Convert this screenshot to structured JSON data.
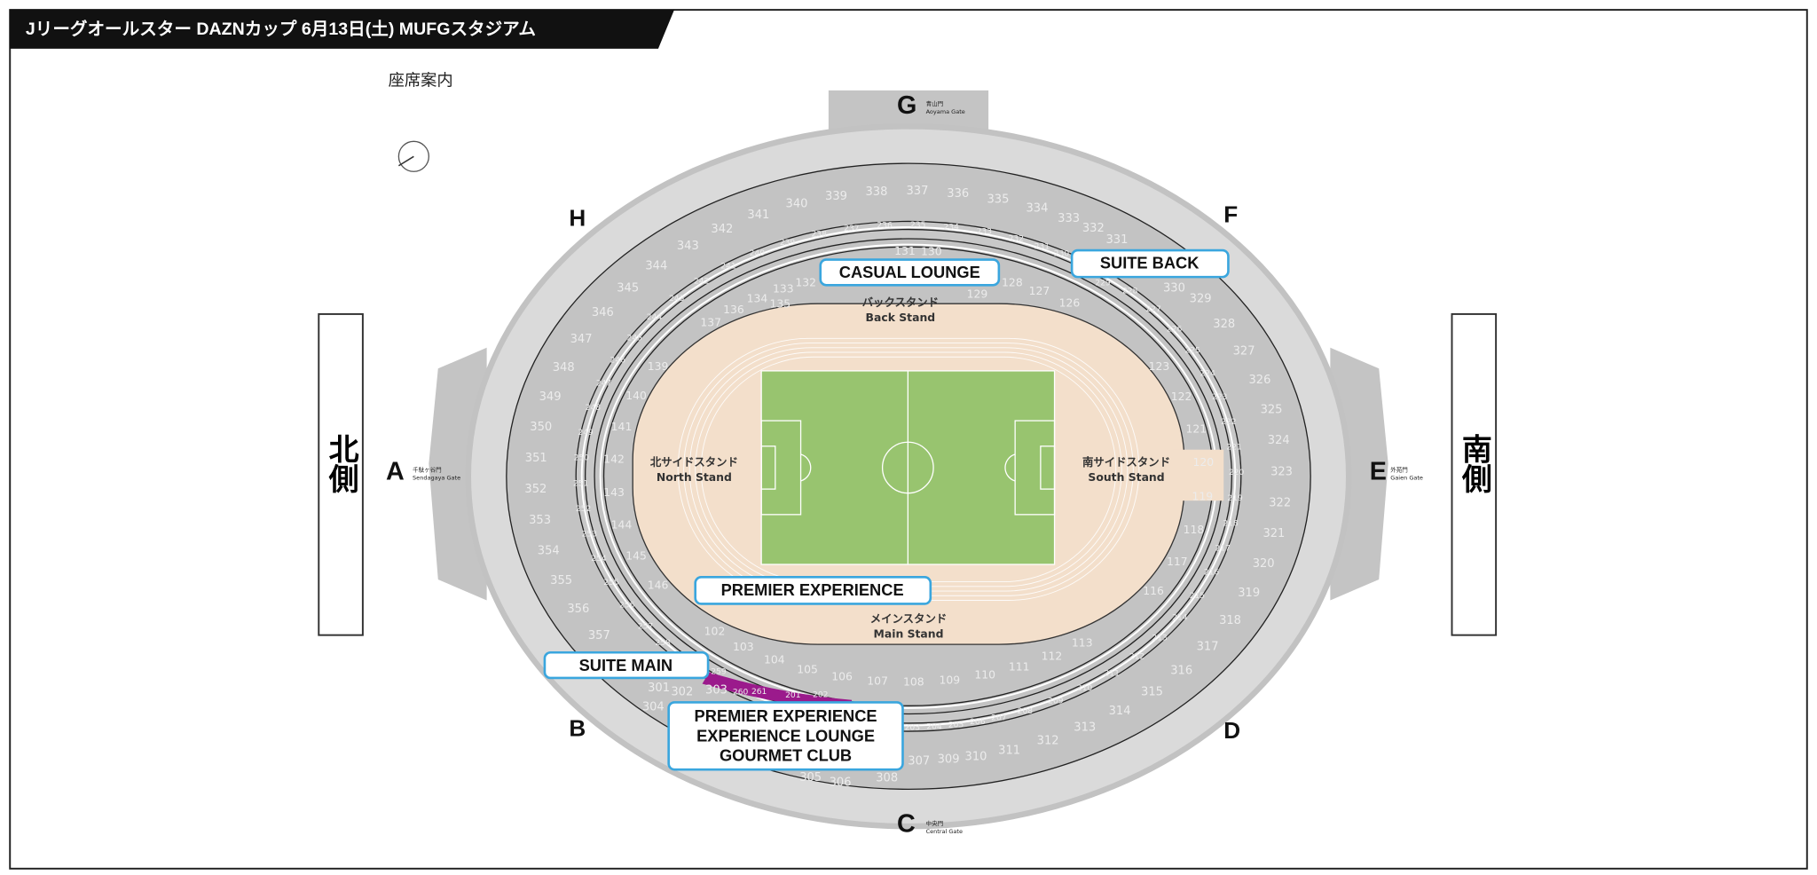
{
  "header": {
    "title": "Jリーグオールスター DAZNカップ 6月13日(土) MUFGスタジアム"
  },
  "map_title": "座席案内",
  "sides": {
    "north": "北側",
    "south": "南側"
  },
  "gates": {
    "G": {
      "letter": "G",
      "name_ja": "青山門",
      "name_en": "Aoyama Gate"
    },
    "A": {
      "letter": "A",
      "name_ja": "千駄ヶ谷門",
      "name_en": "Sendagaya Gate"
    },
    "E": {
      "letter": "E",
      "name_ja": "外苑門",
      "name_en": "Gaien Gate"
    },
    "C": {
      "letter": "C",
      "name_ja": "中央門",
      "name_en": "Central Gate"
    },
    "H": {
      "letter": "H"
    },
    "F": {
      "letter": "F"
    },
    "B": {
      "letter": "B"
    },
    "D": {
      "letter": "D"
    }
  },
  "stands": {
    "back": {
      "ja": "バックスタンド",
      "en": "Back Stand"
    },
    "north": {
      "ja": "北サイドスタンド",
      "en": "North Stand"
    },
    "south": {
      "ja": "南サイドスタンド",
      "en": "South Stand"
    },
    "main": {
      "ja": "メインスタンド",
      "en": "Main Stand"
    }
  },
  "labels": {
    "casual_lounge": "CASUAL LOUNGE",
    "suite_back": "SUITE BACK",
    "premier_experience": "PREMIER EXPERIENCE",
    "suite_main": "SUITE MAIN",
    "premier_multi": [
      "PREMIER EXPERIENCE",
      "EXPERIENCE LOUNGE",
      "GOURMET CLUB"
    ]
  },
  "colors": {
    "highlight": "#9b1a8c",
    "label_border": "#3aa6de",
    "field": "#f3dfcb",
    "pitch": "#98c46f"
  },
  "sections": {
    "upper": [
      "301",
      "302",
      "303",
      "304",
      "305",
      "306",
      "307",
      "308",
      "309",
      "310",
      "311",
      "312",
      "313",
      "314",
      "315",
      "316",
      "317",
      "318",
      "319",
      "320",
      "321",
      "322",
      "323",
      "324",
      "325",
      "326",
      "327",
      "328",
      "329",
      "330",
      "331",
      "332",
      "333",
      "334",
      "335",
      "336",
      "337",
      "338",
      "339",
      "340",
      "341",
      "342",
      "343",
      "344",
      "345",
      "346",
      "347",
      "348",
      "349",
      "350",
      "351",
      "352",
      "353",
      "354",
      "355",
      "356",
      "357"
    ],
    "middle": [
      "201",
      "202",
      "203",
      "204",
      "205",
      "206",
      "207",
      "208",
      "209",
      "210",
      "211",
      "212",
      "213",
      "214",
      "215",
      "216",
      "217",
      "218",
      "219",
      "220",
      "221",
      "222",
      "223",
      "224",
      "225",
      "226",
      "227",
      "228",
      "229",
      "230",
      "231",
      "232",
      "233",
      "234",
      "235",
      "236",
      "237",
      "238",
      "239",
      "240",
      "241",
      "242",
      "243",
      "244",
      "245",
      "246",
      "247",
      "248",
      "249",
      "250",
      "251",
      "252",
      "253",
      "254",
      "255",
      "256",
      "257",
      "258",
      "259",
      "260",
      "261"
    ],
    "lower_main": [
      "102",
      "103",
      "104",
      "105",
      "106",
      "107",
      "108",
      "109",
      "110",
      "111",
      "112",
      "113"
    ],
    "lower_south": [
      "116",
      "117",
      "118",
      "119",
      "120",
      "121",
      "122",
      "123"
    ],
    "lower_back": [
      "126",
      "127",
      "128",
      "129",
      "130",
      "131",
      "132",
      "133",
      "134",
      "135",
      "136",
      "137"
    ],
    "lower_north": [
      "139",
      "140",
      "141",
      "142",
      "143",
      "144",
      "145",
      "146"
    ],
    "highlighted": [
      "261",
      "201"
    ]
  }
}
